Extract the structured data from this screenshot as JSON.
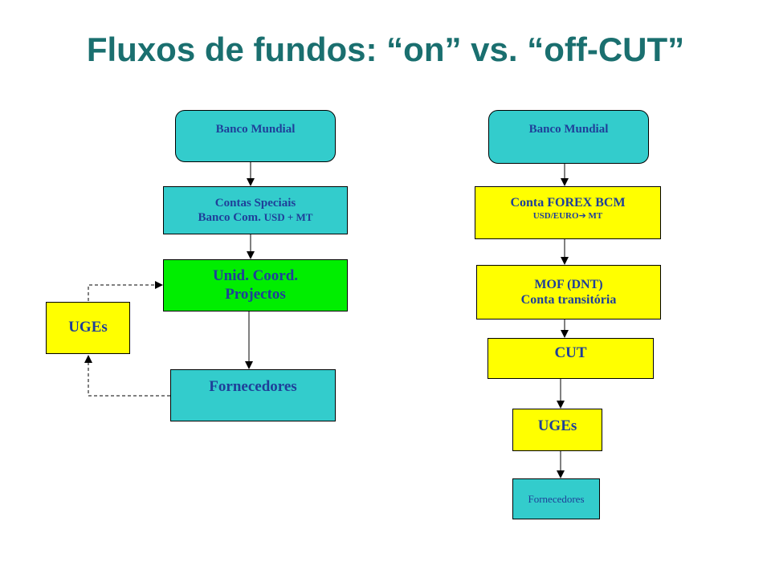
{
  "title": "Fluxos de fundos: “on” vs. “off-CUT”",
  "colors": {
    "title": "#1a6f6f",
    "text": "#1f3f99",
    "teal": "#33cccc",
    "yellow": "#ffff00",
    "green": "#00ee00"
  },
  "left": {
    "banco": "Banco Mundial",
    "contas_line1": "Contas Speciais",
    "contas_line2_main": "Banco Com. ",
    "contas_line2_small": "USD + MT",
    "unid_line1": "Unid. Coord.",
    "unid_line2": "Projectos",
    "uges": "UGEs",
    "fornecedores": "Fornecedores"
  },
  "right": {
    "banco": "Banco Mundial",
    "forex_line1": "Conta FOREX BCM",
    "forex_line2_a": "USD/EURO",
    "forex_arrow": "➔",
    "forex_line2_b": " MT",
    "mof_line1": "MOF (DNT)",
    "mof_line2": "Conta transitória",
    "cut": "CUT",
    "uges": "UGEs",
    "fornecedores": "Fornecedores"
  }
}
